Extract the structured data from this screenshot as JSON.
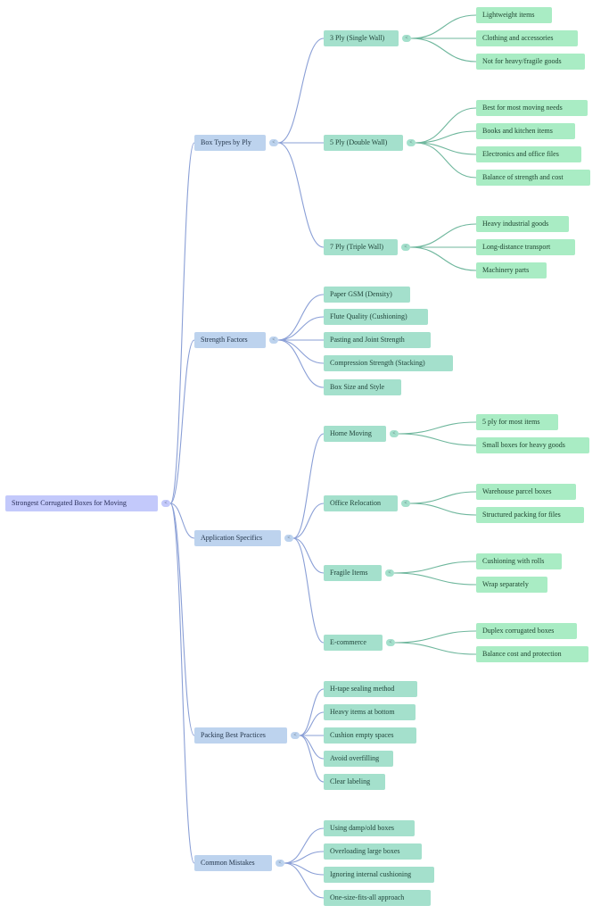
{
  "mindmap": {
    "collapse_glyph": "<",
    "root": {
      "label": "Strongest Corrugated Boxes for Moving",
      "children": [
        {
          "label": "Box Types by Ply",
          "children": [
            {
              "label": "3 Ply (Single Wall)",
              "children": [
                {
                  "label": "Lightweight items"
                },
                {
                  "label": "Clothing and accessories"
                },
                {
                  "label": "Not for heavy/fragile goods"
                }
              ]
            },
            {
              "label": "5 Ply (Double Wall)",
              "children": [
                {
                  "label": "Best for most moving needs"
                },
                {
                  "label": "Books and kitchen items"
                },
                {
                  "label": "Electronics and office files"
                },
                {
                  "label": "Balance of strength and cost"
                }
              ]
            },
            {
              "label": "7 Ply (Triple Wall)",
              "children": [
                {
                  "label": "Heavy industrial goods"
                },
                {
                  "label": "Long-distance transport"
                },
                {
                  "label": "Machinery parts"
                }
              ]
            }
          ]
        },
        {
          "label": "Strength Factors",
          "children": [
            {
              "label": "Paper GSM (Density)"
            },
            {
              "label": "Flute Quality (Cushioning)"
            },
            {
              "label": "Pasting and Joint Strength"
            },
            {
              "label": "Compression Strength (Stacking)"
            },
            {
              "label": "Box Size and Style"
            }
          ]
        },
        {
          "label": "Application Specifics",
          "children": [
            {
              "label": "Home Moving",
              "children": [
                {
                  "label": "5 ply for most items"
                },
                {
                  "label": "Small boxes for heavy goods"
                }
              ]
            },
            {
              "label": "Office Relocation",
              "children": [
                {
                  "label": "Warehouse parcel boxes"
                },
                {
                  "label": "Structured packing for files"
                }
              ]
            },
            {
              "label": "Fragile Items",
              "children": [
                {
                  "label": "Cushioning with rolls"
                },
                {
                  "label": "Wrap separately"
                }
              ]
            },
            {
              "label": "E-commerce",
              "children": [
                {
                  "label": "Duplex corrugated boxes"
                },
                {
                  "label": "Balance cost and protection"
                }
              ]
            }
          ]
        },
        {
          "label": "Packing Best Practices",
          "children": [
            {
              "label": "H-tape sealing method"
            },
            {
              "label": "Heavy items at bottom"
            },
            {
              "label": "Cushion empty spaces"
            },
            {
              "label": "Avoid overfilling"
            },
            {
              "label": "Clear labeling"
            }
          ]
        },
        {
          "label": "Common Mistakes",
          "children": [
            {
              "label": "Using damp/old boxes"
            },
            {
              "label": "Overloading large boxes"
            },
            {
              "label": "Ignoring internal cushioning"
            },
            {
              "label": "One-size-fits-all approach"
            }
          ]
        }
      ]
    },
    "colors": {
      "root_fill": "#c3c9fb",
      "branch_fill": "#bdd3ee",
      "sub_fill": "#a4e0cc",
      "leaf_fill": "#a9ecc4",
      "branch_edge": "#8a9fd6",
      "leaf_edge": "#6fb79d"
    }
  }
}
